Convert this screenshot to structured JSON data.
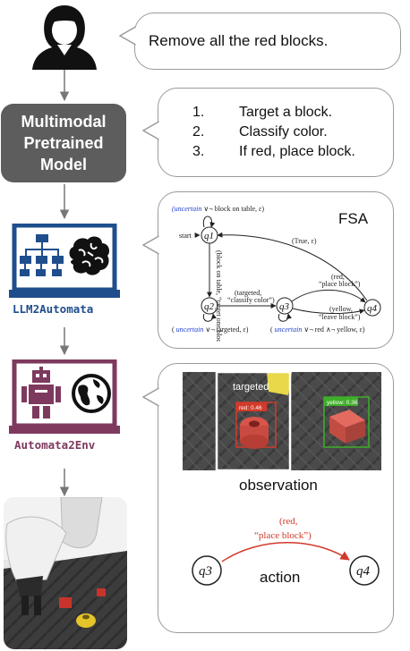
{
  "instruction": "Remove all the red blocks.",
  "model_box": {
    "line1": "Multimodal",
    "line2": "Pretrained",
    "line3": "Model"
  },
  "steps": [
    {
      "num": "1.",
      "text": "Target a block."
    },
    {
      "num": "2.",
      "text": "Classify color."
    },
    {
      "num": "3.",
      "text": "If red, place block."
    }
  ],
  "llm2automata_label": "LLM2Automata",
  "automata2env_label": "Automata2Env",
  "fsa": {
    "title": "FSA",
    "start": "start",
    "states": [
      "q1",
      "q2",
      "q3",
      "q4"
    ],
    "self_loop_q1": "(uncertain ∨¬ block on table, ε)",
    "q1_q2": "(block on table, “target one block”)",
    "q2_q3_a": "(targeted,",
    "q2_q3_b": "“classify color”)",
    "q3_q4_a": "(red,",
    "q3_q4_b": "“place block”)",
    "q3_q4_y_a": "(yellow,",
    "q3_q4_y_b": "“leave block”)",
    "q4_q1": "(True, ε)",
    "self_loop_q2": "( uncertain ∨¬ targeted, ε)",
    "self_loop_q3": "( uncertain ∨¬ red ∧¬ yellow, ε)"
  },
  "observation": {
    "targeted_label": "targeted",
    "red_det": "red: 0.46",
    "yellow_det": "yellow: 0.36",
    "caption": "observation"
  },
  "action": {
    "edge_a": "(red,",
    "edge_b": "“place block”)",
    "from": "q3",
    "to": "q4",
    "caption": "action"
  },
  "colors": {
    "model_box": "#5d5d5d",
    "laptop_blue": "#1f4e8c",
    "laptop_purple": "#7e3a5e",
    "edge_red": "#d23a2a"
  }
}
